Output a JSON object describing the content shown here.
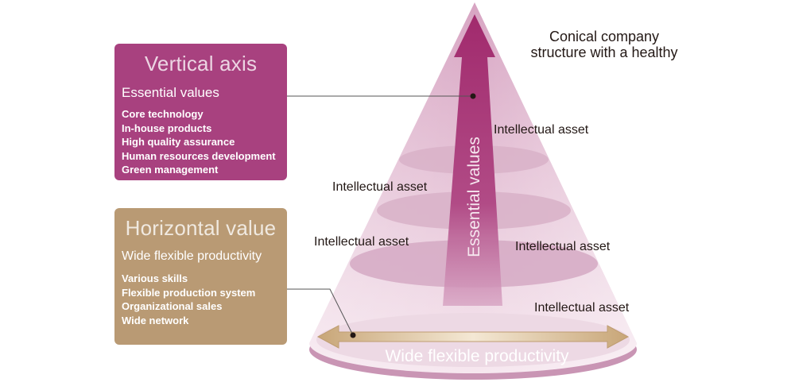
{
  "caption": {
    "line1": "Conical company",
    "line2": "structure with a healthy"
  },
  "vertical_box": {
    "title": "Vertical axis",
    "subtitle": "Essential values",
    "items": [
      "Core technology",
      "In-house products",
      "High quality assurance",
      "Human resources development",
      "Green management"
    ],
    "color": "#a8417f"
  },
  "horizontal_box": {
    "title": "Horizontal value",
    "subtitle": "Wide flexible productivity",
    "items": [
      "Various skills",
      "Flexible production system",
      "Organizational sales",
      "Wide network"
    ],
    "color": "#b99a74"
  },
  "cone": {
    "vertical_arrow_label": "Essential values",
    "horizontal_arrow_label": "Wide flexible productivity",
    "asset_labels": [
      "Intellectual asset",
      "Intellectual asset",
      "Intellectual asset",
      "Intellectual asset",
      "Intellectual asset"
    ]
  }
}
